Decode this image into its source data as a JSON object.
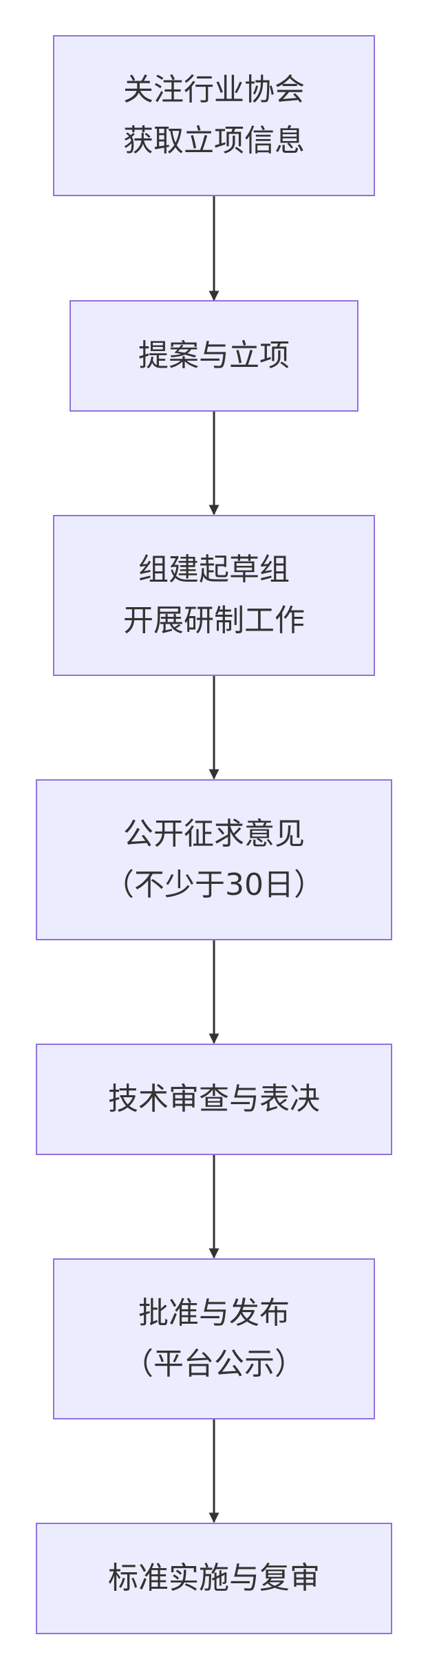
{
  "colors": {
    "node_fill": "#ececff",
    "node_border": "#9370db",
    "text": "#333333",
    "edge": "#333333",
    "background": "#ffffff"
  },
  "nodes": [
    {
      "id": "n1",
      "text": "关注行业协会\n获取立项信息"
    },
    {
      "id": "n2",
      "text": "提案与立项"
    },
    {
      "id": "n3",
      "text": "组建起草组\n开展研制工作"
    },
    {
      "id": "n4",
      "text": "公开征求意见\n（不少于30日）"
    },
    {
      "id": "n5",
      "text": "技术审查与表决"
    },
    {
      "id": "n6",
      "text": "批准与发布\n（平台公示）"
    },
    {
      "id": "n7",
      "text": "标准实施与复审"
    }
  ],
  "edges": [
    {
      "from": "n1",
      "to": "n2"
    },
    {
      "from": "n2",
      "to": "n3"
    },
    {
      "from": "n3",
      "to": "n4"
    },
    {
      "from": "n4",
      "to": "n5"
    },
    {
      "from": "n5",
      "to": "n6"
    },
    {
      "from": "n6",
      "to": "n7"
    }
  ]
}
